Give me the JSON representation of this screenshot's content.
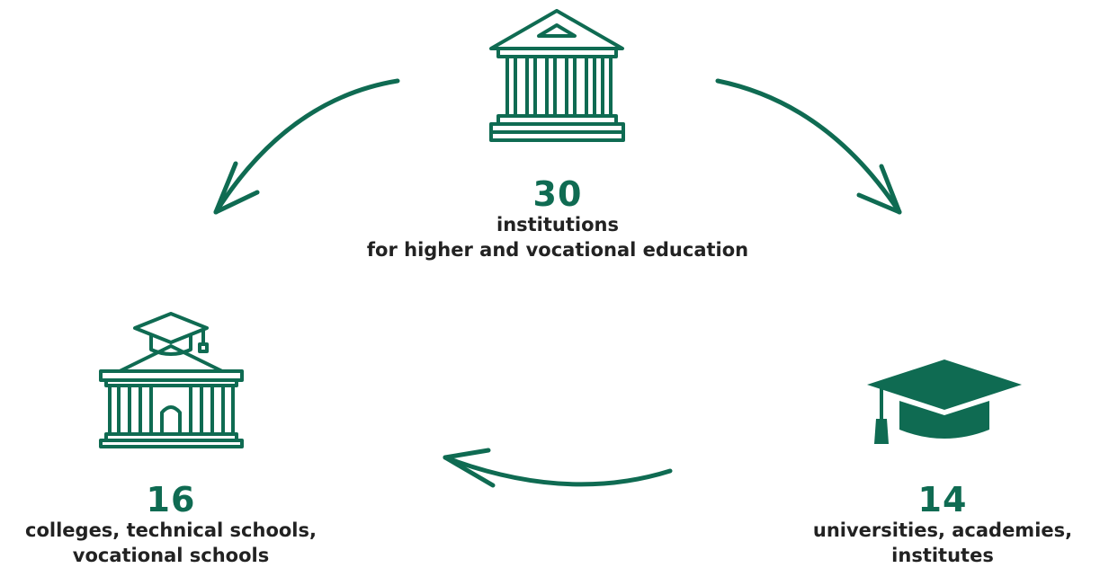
{
  "colors": {
    "accent": "#0f6b52",
    "text": "#222222",
    "background": "#ffffff"
  },
  "top": {
    "icon": "bank-building-icon",
    "number": "30",
    "line1": "institutions",
    "line2": "for higher and vocational education"
  },
  "left": {
    "icon": "school-building-with-cap-icon",
    "number": "16",
    "line1": "colleges, technical schools,",
    "line2": "vocational schools"
  },
  "right": {
    "icon": "graduation-cap-icon",
    "number": "14",
    "line1": "universities, academies,",
    "line2": "institutes"
  }
}
